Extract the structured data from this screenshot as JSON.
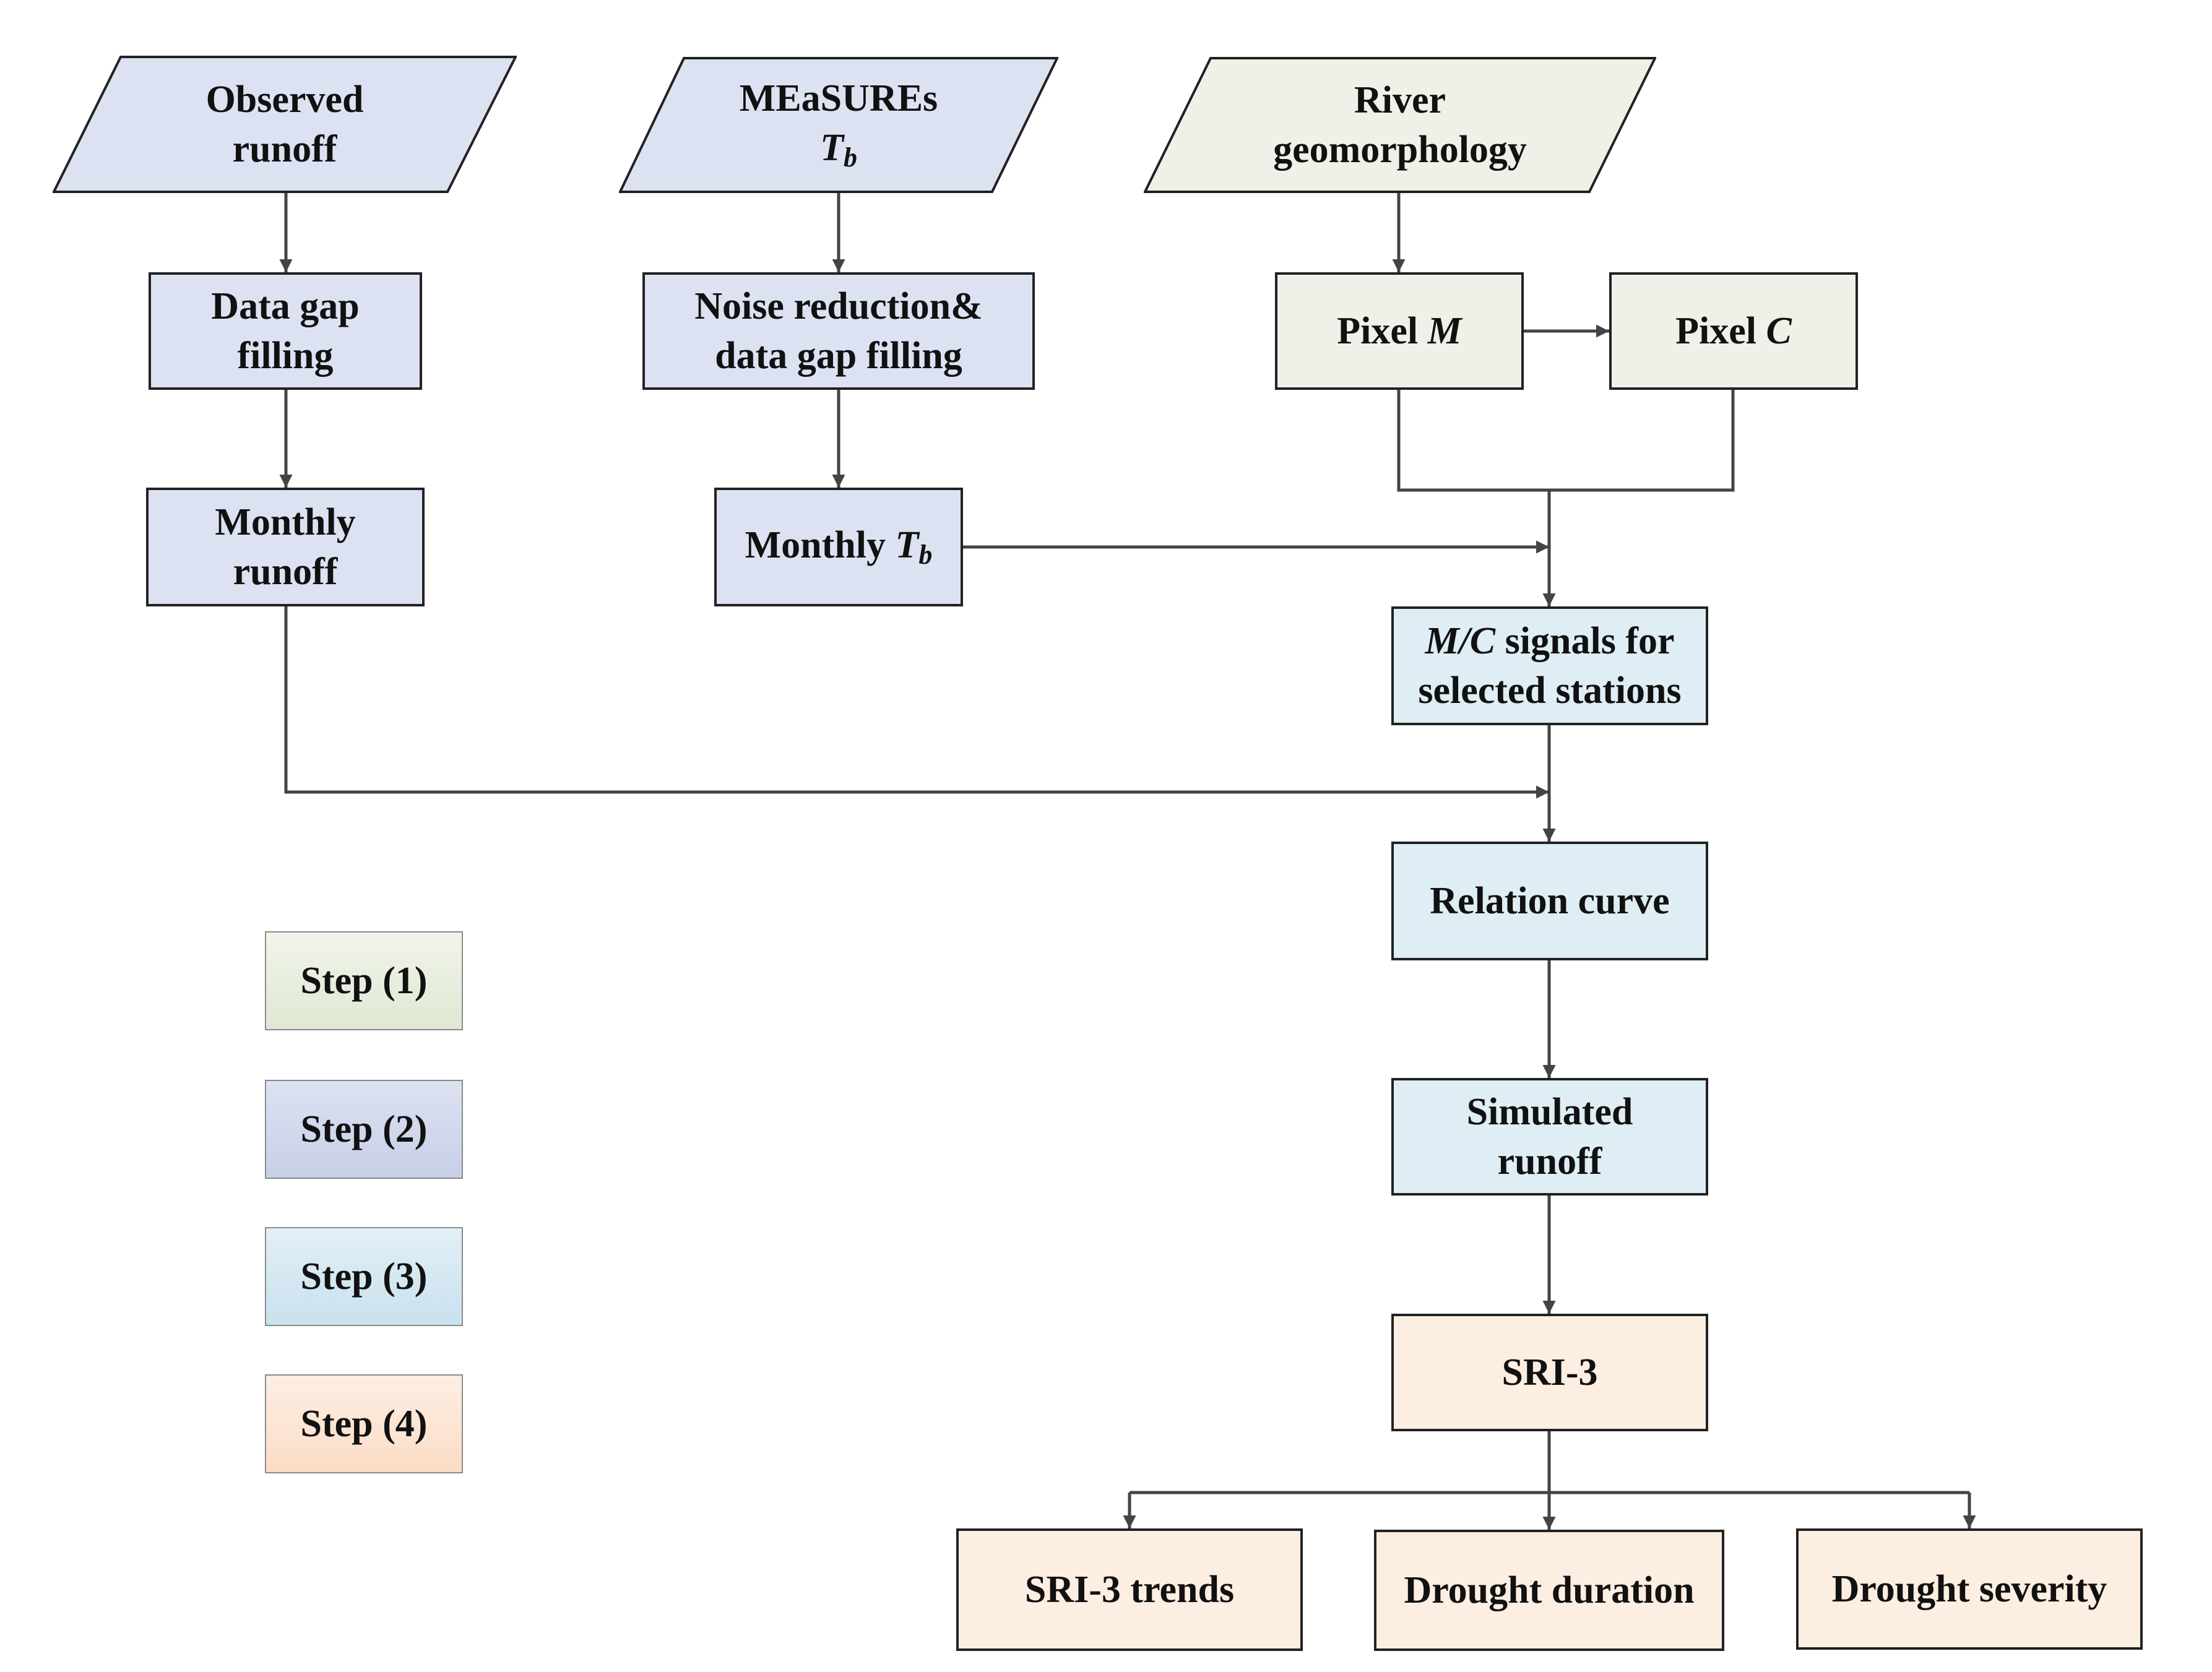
{
  "inputs": {
    "observed_runoff": [
      "Observed",
      "runoff"
    ],
    "measures_tb": {
      "line1": "MEaSUREs",
      "tb_main": "T",
      "tb_sub": "b"
    },
    "river_geomorphology": [
      "River",
      "geomorphology"
    ]
  },
  "steps": {
    "data_gap_filling": [
      "Data gap",
      "filling"
    ],
    "noise_reduction": [
      "Noise reduction&",
      "data gap filling"
    ],
    "pixel_m": {
      "text": "Pixel ",
      "var": "M"
    },
    "pixel_c": {
      "text": "Pixel ",
      "var": "C"
    },
    "monthly_runoff": [
      "Monthly",
      "runoff"
    ],
    "monthly_tb": {
      "text": "Monthly ",
      "tb_main": "T",
      "tb_sub": "b"
    },
    "mc_signals": {
      "var": "M/C",
      "line1_rest": " signals for",
      "line2": "selected stations"
    },
    "relation_curve": "Relation curve",
    "simulated_runoff": [
      "Simulated",
      "runoff"
    ],
    "sri3": "SRI-3",
    "sri3_trends": "SRI-3 trends",
    "drought_duration": "Drought duration",
    "drought_severity": "Drought severity"
  },
  "legend": [
    {
      "label": "Step (1)",
      "color": "#e5ecdc"
    },
    {
      "label": "Step (2)",
      "color": "#cfd6ec"
    },
    {
      "label": "Step (3)",
      "color": "#d2e6f1"
    },
    {
      "label": "Step (4)",
      "color": "#fce2cf"
    }
  ],
  "colors": {
    "step1": "#eef1e8",
    "step2": "#dce2f2",
    "step3": "#dfedf4",
    "step4": "#fdeee2",
    "line": "#444444"
  }
}
